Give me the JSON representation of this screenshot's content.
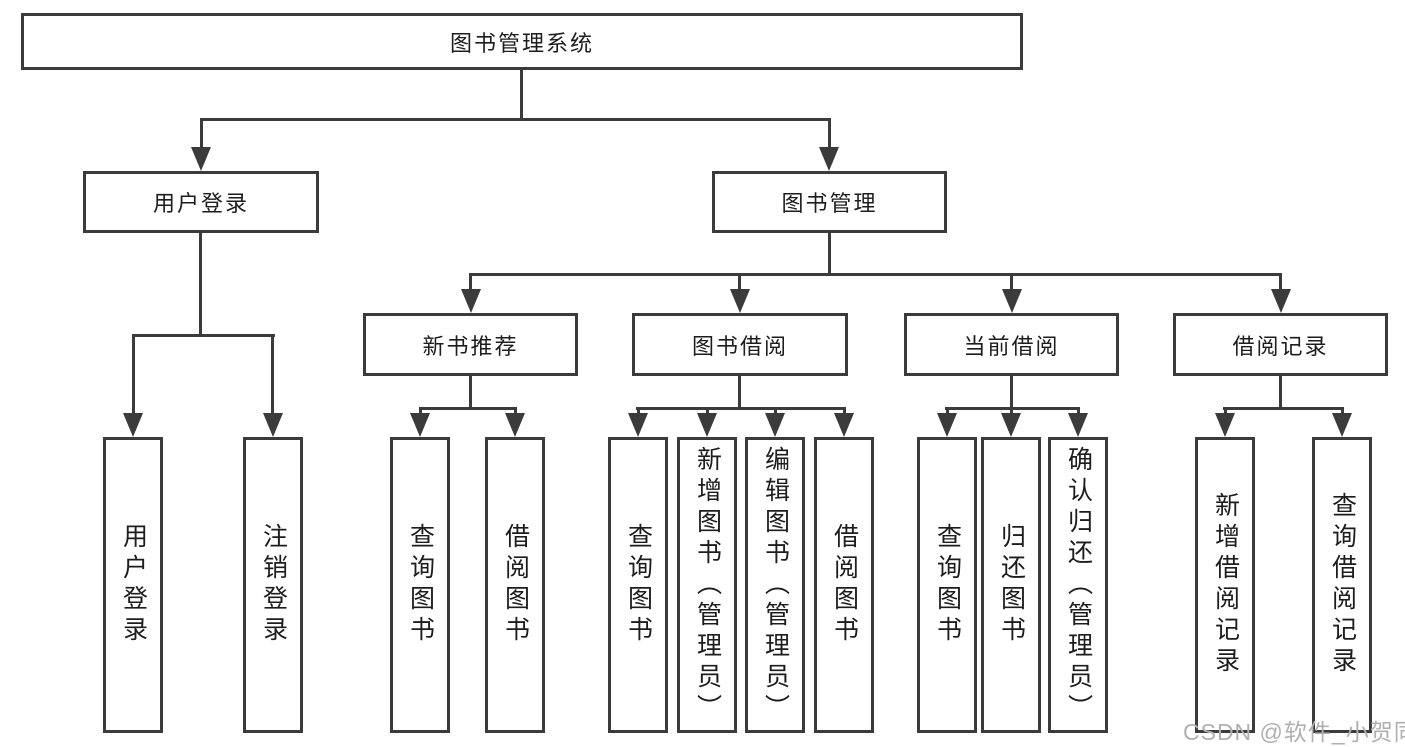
{
  "tree": {
    "label": "图书管理系统",
    "children": [
      {
        "label": "用户登录",
        "children": [
          {
            "label": "用户登录"
          },
          {
            "label": "注销登录"
          }
        ]
      },
      {
        "label": "图书管理",
        "children": [
          {
            "label": "新书推荐",
            "children": [
              {
                "label": "查询图书"
              },
              {
                "label": "借阅图书"
              }
            ]
          },
          {
            "label": "图书借阅",
            "children": [
              {
                "label": "查询图书"
              },
              {
                "label": "新增图书（管理员）"
              },
              {
                "label": "编辑图书（管理员）"
              },
              {
                "label": "借阅图书"
              }
            ]
          },
          {
            "label": "当前借阅",
            "children": [
              {
                "label": "查询图书"
              },
              {
                "label": "归还图书"
              },
              {
                "label": "确认归还（管理员）"
              }
            ]
          },
          {
            "label": "借阅记录",
            "children": [
              {
                "label": "新增借阅记录"
              },
              {
                "label": "查询借阅记录"
              }
            ]
          }
        ]
      }
    ]
  },
  "watermark": {
    "text": "CSDN @软件_小贺同学"
  },
  "colors": {
    "line": "#3b3b3b",
    "text": "#1d1d1d",
    "background": "#ffffff",
    "watermark": "#b0b0b0"
  }
}
